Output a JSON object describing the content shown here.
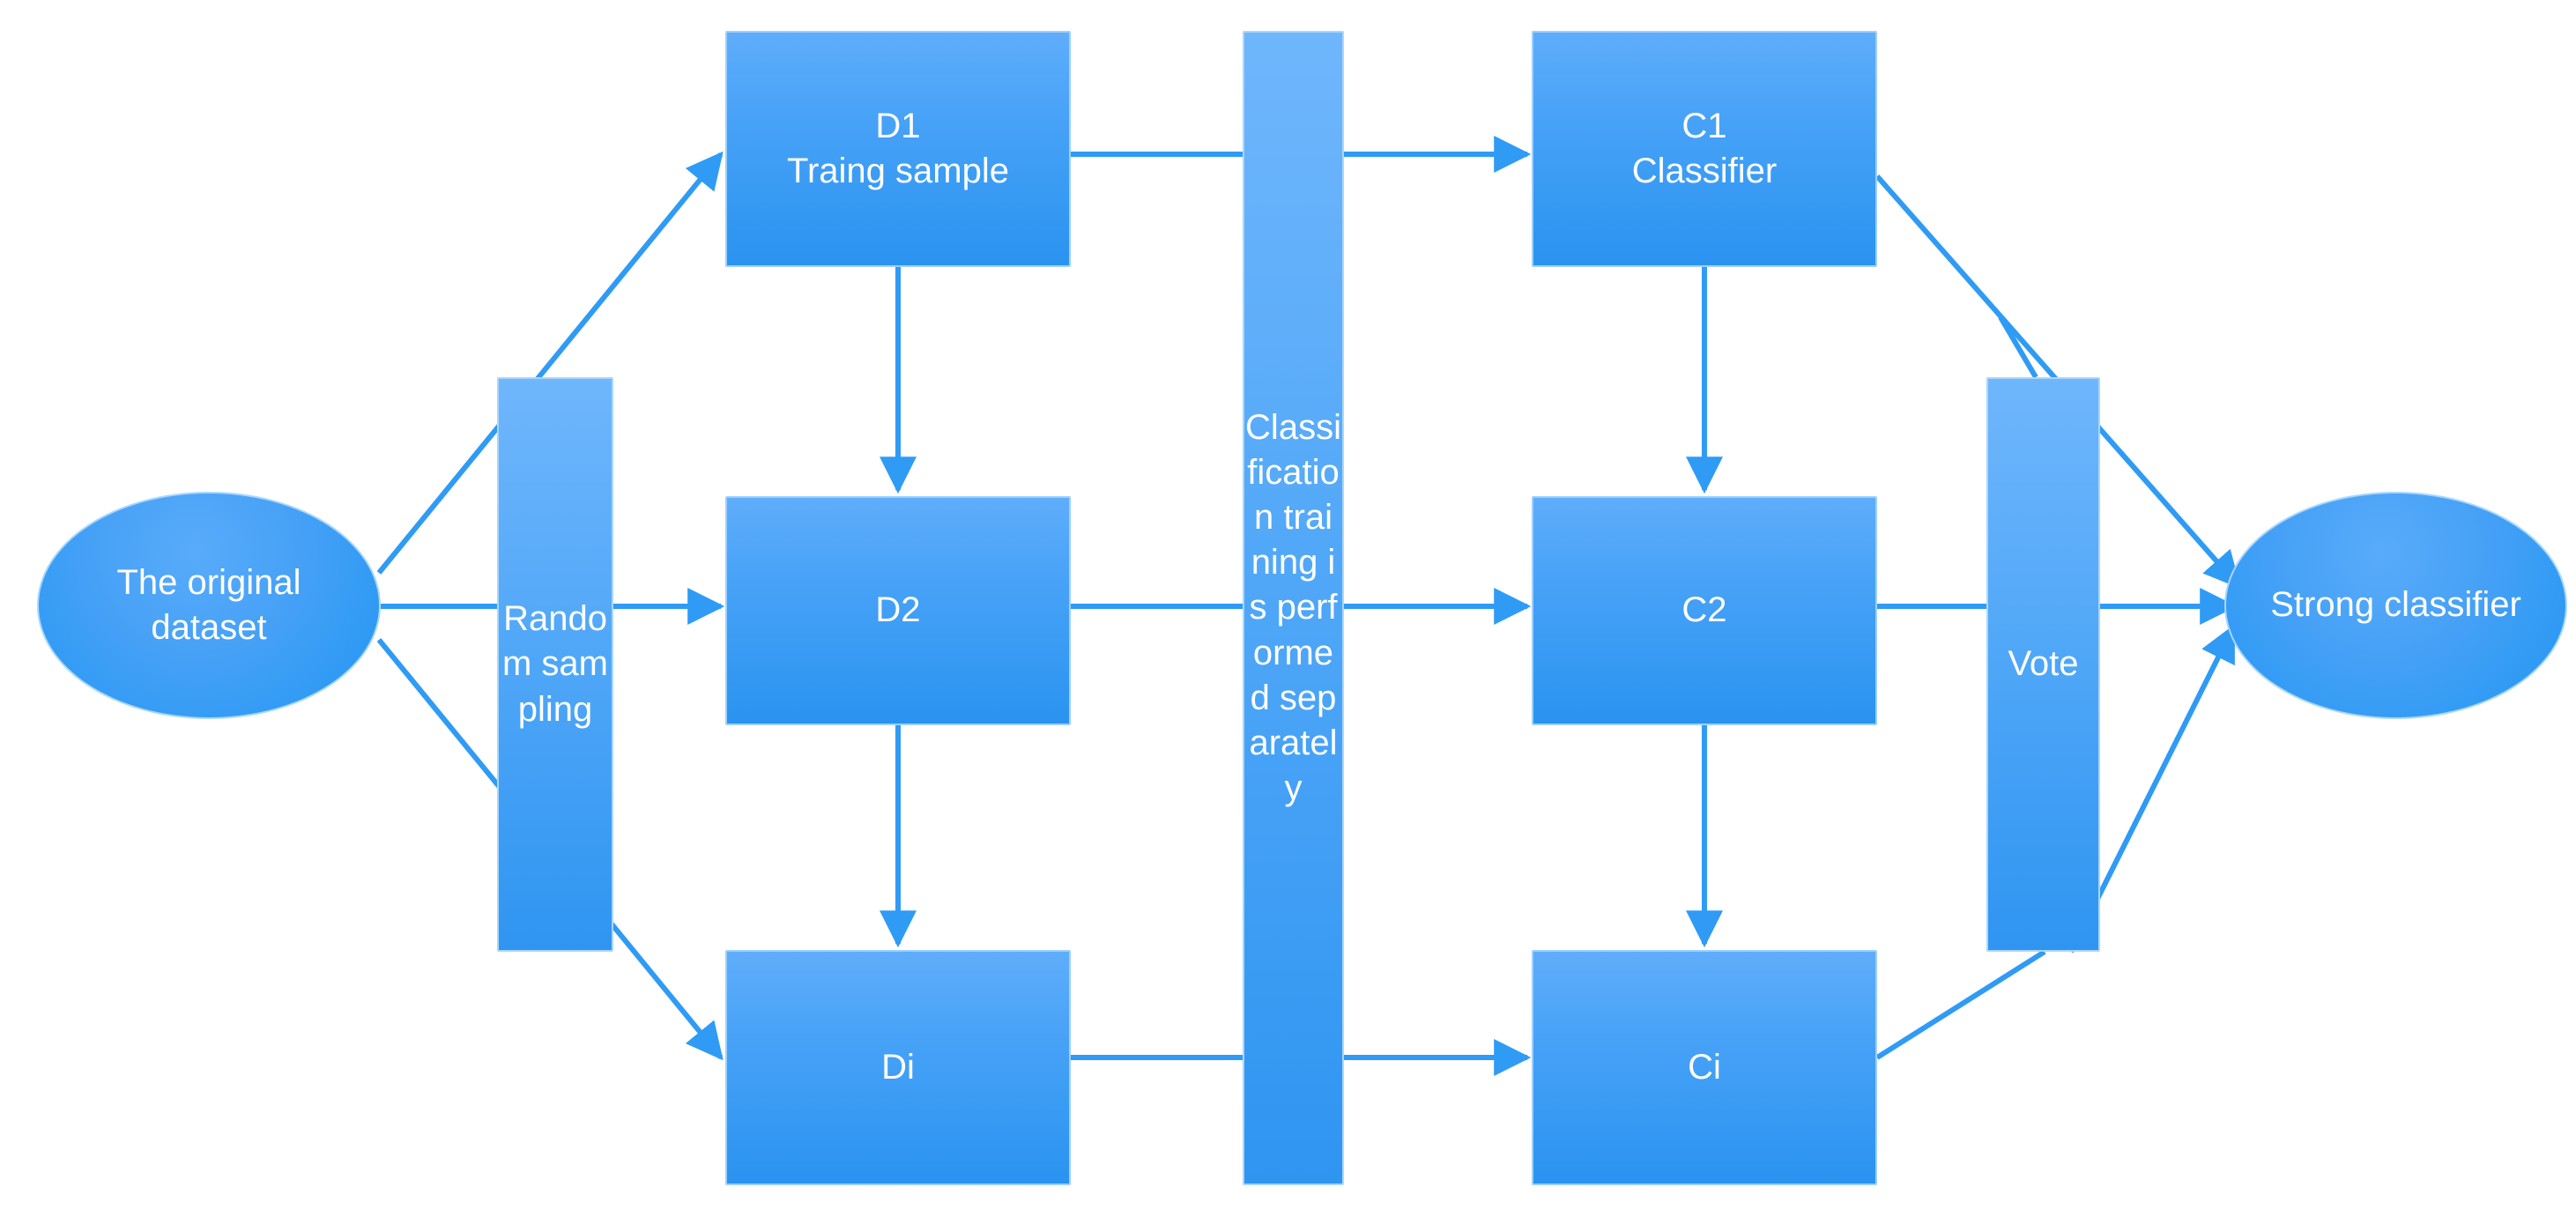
{
  "diagram": {
    "title": "Bagging ensemble classifier flowchart",
    "background_color": "#ffffff",
    "node_fill_light": "#5fadfb",
    "node_fill_dark": "#2a93f0",
    "edge_color": "#2f9bf5",
    "label_color": "#ffffff"
  },
  "nodes": {
    "original_dataset": {
      "label": "The original\ndataset",
      "shape": "ellipse"
    },
    "random_sampling": {
      "label": "Random sampling",
      "shape": "band"
    },
    "d1": {
      "label": "D1\nTraing sample",
      "shape": "box"
    },
    "d2": {
      "label": "D2",
      "shape": "box"
    },
    "di": {
      "label": "Di",
      "shape": "box"
    },
    "classification_band": {
      "label": "Classification training is performed separately",
      "shape": "band"
    },
    "c1": {
      "label": "C1\nClassifier",
      "shape": "box"
    },
    "c2": {
      "label": "C2",
      "shape": "box"
    },
    "ci": {
      "label": "Ci",
      "shape": "box"
    },
    "vote": {
      "label": "Vote",
      "shape": "band"
    },
    "strong_classifier": {
      "label": "Strong classifier",
      "shape": "ellipse"
    }
  },
  "edges": [
    {
      "from": "original_dataset",
      "to": "random_sampling",
      "style": "straight"
    },
    {
      "from": "original_dataset",
      "to": "d1",
      "style": "diagonal-up"
    },
    {
      "from": "original_dataset",
      "to": "di",
      "style": "diagonal-down"
    },
    {
      "from": "random_sampling",
      "to": "d2",
      "style": "straight"
    },
    {
      "from": "d1",
      "to": "d2",
      "style": "vertical"
    },
    {
      "from": "d2",
      "to": "di",
      "style": "vertical"
    },
    {
      "from": "d1",
      "to": "c1",
      "style": "straight"
    },
    {
      "from": "d2",
      "to": "c2",
      "style": "straight"
    },
    {
      "from": "di",
      "to": "ci",
      "style": "straight"
    },
    {
      "from": "c1",
      "to": "c2",
      "style": "vertical"
    },
    {
      "from": "c2",
      "to": "ci",
      "style": "vertical"
    },
    {
      "from": "c1",
      "to": "strong_classifier",
      "style": "diagonal-down"
    },
    {
      "from": "c2",
      "to": "strong_classifier",
      "style": "straight"
    },
    {
      "from": "ci",
      "to": "vote",
      "style": "diagonal-up"
    },
    {
      "from": "vote",
      "to": "strong_classifier",
      "style": "diagonal-down"
    }
  ]
}
